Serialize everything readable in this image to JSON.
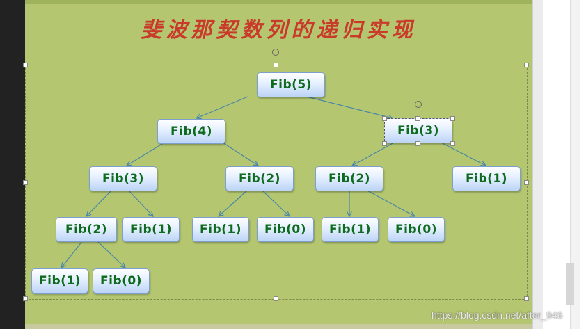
{
  "slide": {
    "title": "斐波那契数列的递归实现"
  },
  "tree": {
    "nodes": [
      {
        "id": "n5",
        "label": "Fib(5)"
      },
      {
        "id": "n4",
        "label": "Fib(4)"
      },
      {
        "id": "n3a",
        "label": "Fib(3)"
      },
      {
        "id": "n3b",
        "label": "Fib(3)"
      },
      {
        "id": "n2a",
        "label": "Fib(2)"
      },
      {
        "id": "n2b",
        "label": "Fib(2)"
      },
      {
        "id": "n1a",
        "label": "Fib(1)"
      },
      {
        "id": "n2c",
        "label": "Fib(2)"
      },
      {
        "id": "n1b",
        "label": "Fib(1)"
      },
      {
        "id": "n1c",
        "label": "Fib(1)"
      },
      {
        "id": "n0a",
        "label": "Fib(0)"
      },
      {
        "id": "n1d",
        "label": "Fib(1)"
      },
      {
        "id": "n0b",
        "label": "Fib(0)"
      },
      {
        "id": "n1e",
        "label": "Fib(1)"
      },
      {
        "id": "n0c",
        "label": "Fib(0)"
      }
    ]
  },
  "watermark": "https://blog.csdn.net/after_946",
  "colors": {
    "slide_bg": "#b4c770",
    "title": "#c93a2b",
    "node_text": "#0e6a1c",
    "edge": "#4a86a8"
  }
}
